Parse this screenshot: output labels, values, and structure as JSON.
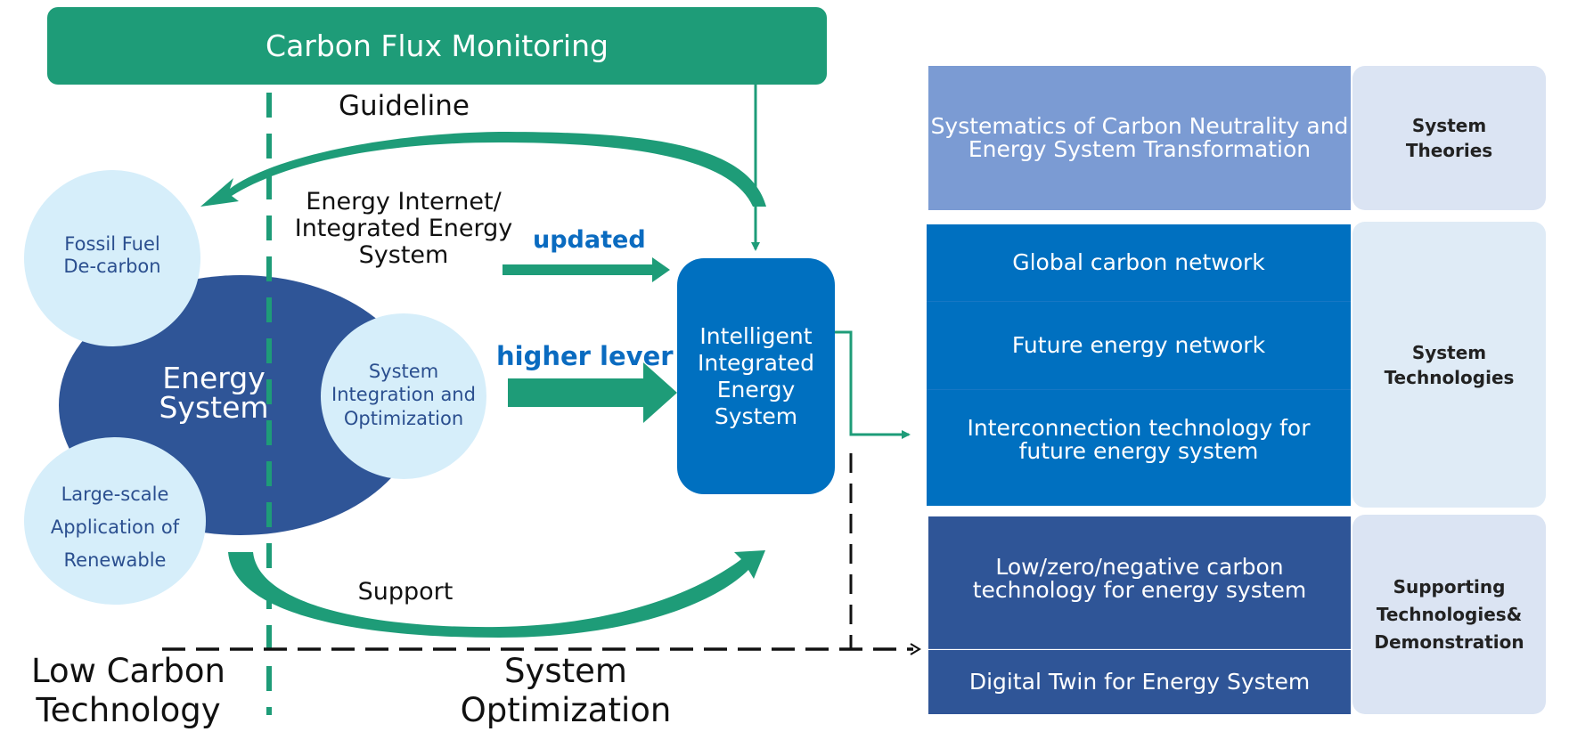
{
  "colors": {
    "green": "#1e9c78",
    "dark_green": "#177a5e",
    "navy": "#2f5597",
    "light_blue": "#d6eefa",
    "blue": "#0070c0",
    "periwinkle": "#7b9bd3",
    "side_panel": "#dbe4f3",
    "side_panel_mid": "#dfebf6"
  },
  "header": {
    "title": "Carbon Flux Monitoring"
  },
  "flow": {
    "guideline": "Guideline",
    "energy_internet": [
      "Energy Internet/",
      "Integrated Energy",
      "System"
    ],
    "updated": "updated",
    "higher_lever": "higher lever",
    "support": "Support"
  },
  "energy_system": {
    "title": [
      "Energy",
      "System"
    ],
    "fossil": [
      "Fossil Fuel",
      "De-carbon"
    ],
    "integration": [
      "System",
      "Integration and",
      "Optimization"
    ],
    "renewable": [
      "Large-scale",
      "Application of",
      "Renewable"
    ]
  },
  "ies": {
    "label": [
      "Intelligent",
      "Integrated",
      "Energy",
      "System"
    ]
  },
  "axis_labels": {
    "low_carbon": [
      "Low Carbon",
      "Technology"
    ],
    "system_opt": [
      "System",
      "Optimization"
    ]
  },
  "panels": {
    "theories": {
      "items": [
        [
          "Systematics of Carbon Neutrality and",
          "Energy System Transformation"
        ]
      ],
      "label": [
        "System",
        "Theories"
      ]
    },
    "technologies": {
      "items": [
        [
          "Global carbon network"
        ],
        [
          "Future energy network"
        ],
        [
          "Interconnection technology for",
          "future energy system"
        ]
      ],
      "label": [
        "System",
        "Technologies"
      ]
    },
    "supporting": {
      "items": [
        [
          "Low/zero/negative carbon",
          "technology for energy system"
        ],
        [
          "Digital Twin for Energy System"
        ]
      ],
      "label": [
        "Supporting",
        "Technologies&",
        "Demonstration"
      ]
    }
  }
}
